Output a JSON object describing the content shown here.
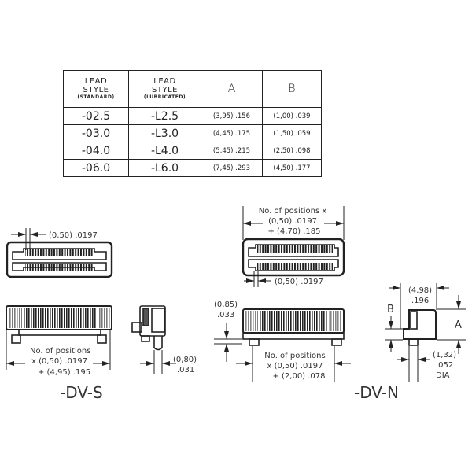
{
  "table": {
    "headers": [
      {
        "line1": "LEAD",
        "line2": "STYLE",
        "sub": "(STANDARD)"
      },
      {
        "line1": "LEAD",
        "line2": "STYLE",
        "sub": "(LUBRICATED)"
      },
      {
        "label": "A"
      },
      {
        "label": "B"
      }
    ],
    "rows": [
      {
        "standard": "-02.5",
        "lubricated": "-L2.5",
        "a": "(3,95) .156",
        "b": "(1,00) .039"
      },
      {
        "standard": "-03.0",
        "lubricated": "-L3.0",
        "a": "(4,45) .175",
        "b": "(1,50) .059"
      },
      {
        "standard": "-04.0",
        "lubricated": "-L4.0",
        "a": "(5,45) .215",
        "b": "(2,50) .098"
      },
      {
        "standard": "-06.0",
        "lubricated": "-L6.0",
        "a": "(7,45) .293",
        "b": "(4,50) .177"
      }
    ]
  },
  "dv_s": {
    "label": "-DV-S",
    "pitch": "(0,50) .0197",
    "length": {
      "l1": "No. of positions",
      "l2": "x (0,50) .0197",
      "l3": "+ (4,95) .195"
    },
    "pin": {
      "l1": "(0,80)",
      "l2": ".031"
    }
  },
  "dv_n": {
    "label": "-DV-N",
    "top_length": {
      "l1": "No. of positions x",
      "l2": "(0,50) .0197",
      "l3": "+ (4,70) .185"
    },
    "pitch": "(0,50) .0197",
    "standoff": {
      "l1": "(0,85)",
      "l2": ".033"
    },
    "peg_length": {
      "l1": "No. of positions",
      "l2": "x (0,50) .0197",
      "l3": "+ (2,00) .078"
    },
    "width": {
      "l1": "(4,98)",
      "l2": ".196"
    },
    "dim_a": "A",
    "dim_b": "B",
    "peg": {
      "l1": "(1,32)",
      "l2": ".052",
      "l3": "DIA"
    }
  }
}
